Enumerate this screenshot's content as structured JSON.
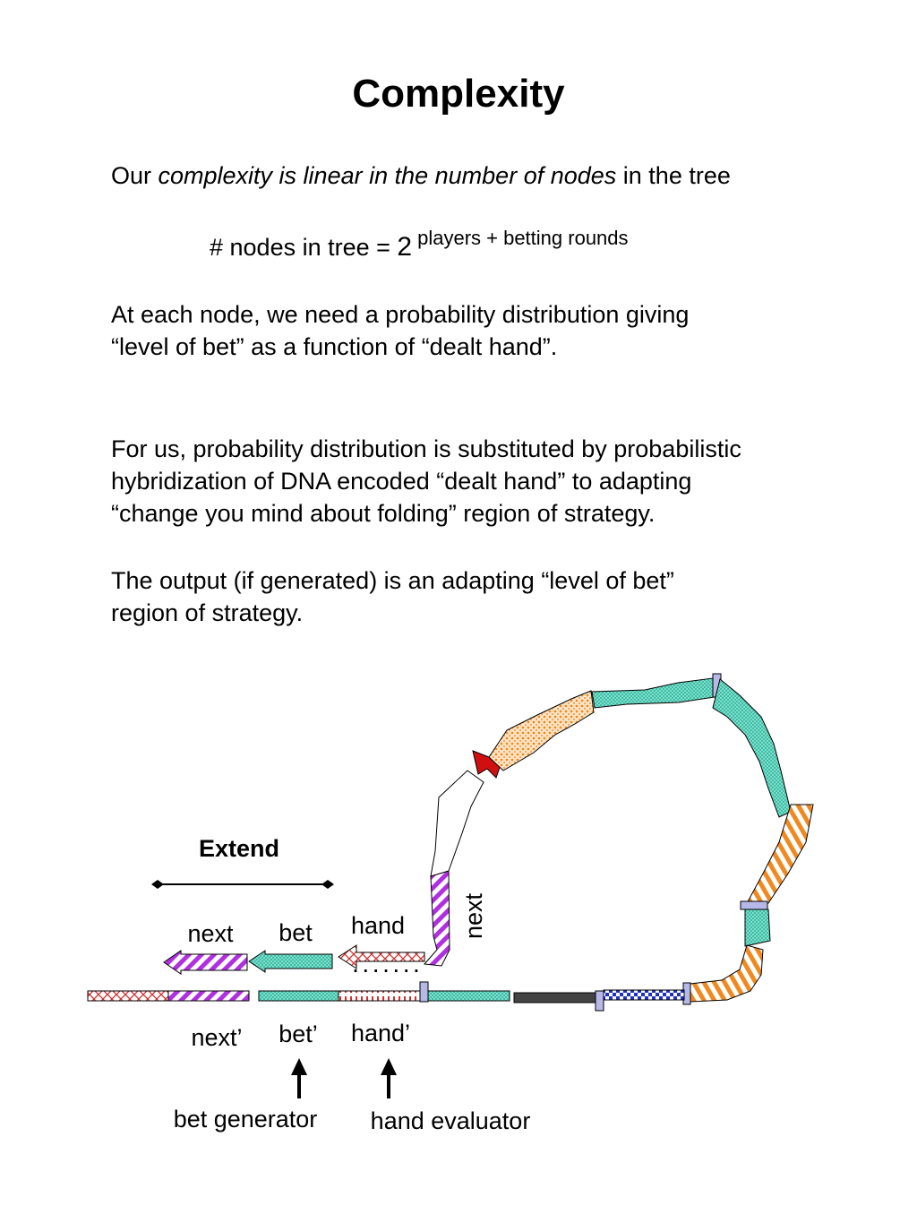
{
  "title": "Complexity",
  "para1": {
    "pre": "Our ",
    "italic": "complexity is linear in the number of nodes",
    "post": " in the tree"
  },
  "formula": {
    "lhs": "# nodes in tree = ",
    "base": "2",
    "exponent": "players + betting rounds"
  },
  "para2": {
    "line1": "At each node, we need a probability distribution giving",
    "line2": "“level of bet” as a function of “dealt hand”."
  },
  "para3": {
    "line1": "For us, probability distribution is substituted by probabilistic",
    "line2": "hybridization of DNA encoded “dealt hand” to adapting",
    "line3": "“change you mind about folding” region of strategy."
  },
  "para4": {
    "line1": "The output (if generated) is an adapting “level of bet”",
    "line2": "region of strategy."
  },
  "diagram": {
    "extend": "Extend",
    "next": "next",
    "bet": "bet",
    "hand": "hand",
    "next_vertical": "next",
    "dots": "·······",
    "next_prime": "next’",
    "bet_prime": "bet’",
    "hand_prime": "hand’",
    "bet_generator": "bet generator",
    "hand_evaluator": "hand evaluator",
    "colors": {
      "purple": "#b030e0",
      "teal": "#3fbfa8",
      "red": "#d03030",
      "orange": "#f08a20",
      "blue": "#2030c0",
      "dark": "#444444"
    }
  }
}
